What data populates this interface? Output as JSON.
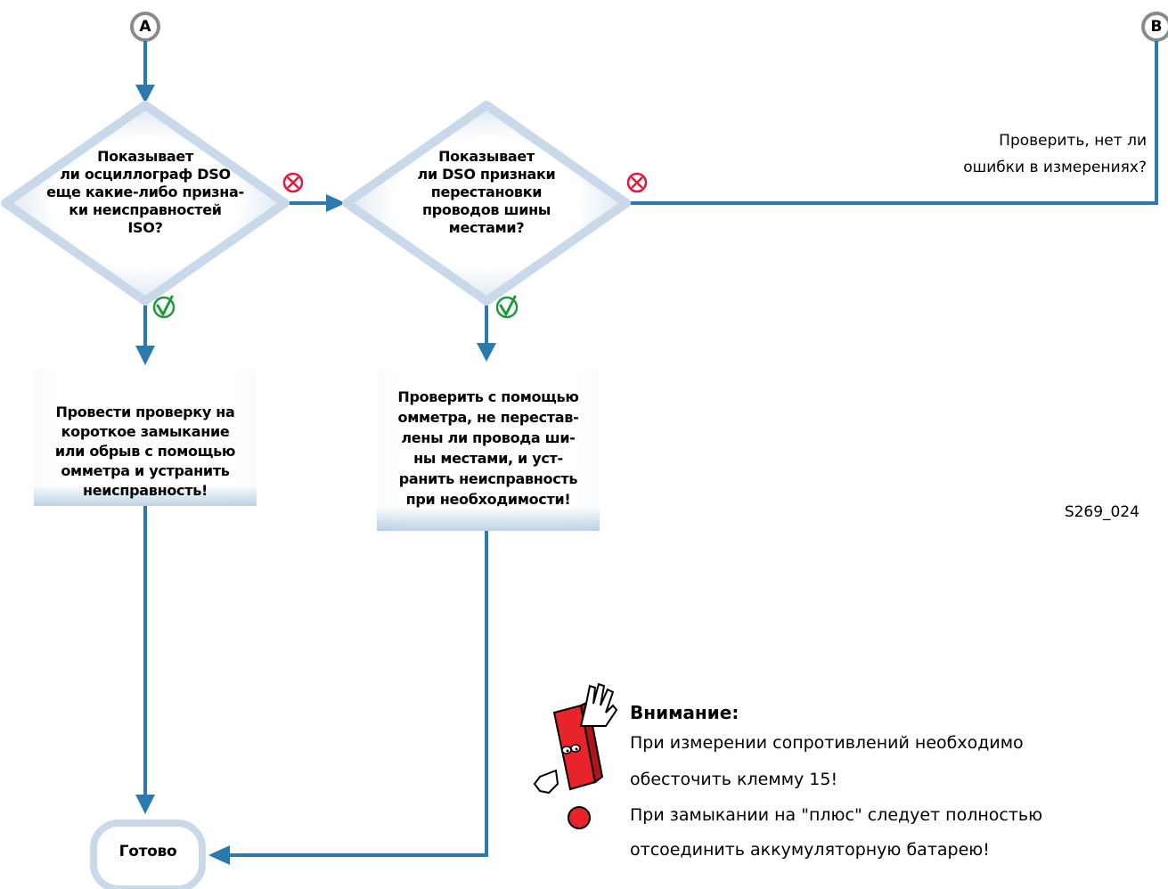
{
  "connectors": {
    "a": "A",
    "b": "B"
  },
  "decisions": {
    "d1": [
      "Показывает",
      "ли осциллограф DSO",
      "еще какие-либо призна-",
      "ки неисправностей",
      "ISO?"
    ],
    "d2": [
      "Показывает",
      "ли DSO признаки",
      "перестановки",
      "проводов шины",
      "местами?"
    ]
  },
  "actions": {
    "box1": [
      "Провести проверку на",
      "короткое замыкание",
      "или обрыв с помощью",
      "омметра и устранить",
      "неисправность!"
    ],
    "box2": [
      "Проверить с помощью",
      "омметра, не перестав-",
      "лены ли провода ши-",
      "ны местами, и уст-",
      "ранить неисправность",
      "при необходимости!"
    ]
  },
  "terminal": {
    "done": "Готово"
  },
  "branch_b_text": [
    "Проверить, нет ли",
    "ошибки в измерениях?"
  ],
  "figure_code": "S269_024",
  "warning": {
    "title": "Внимание:",
    "lines": [
      "При измерении сопротивлений необходимо",
      "обесточить клемму 15!",
      "При замыкании на \"плюс\" следует полностью",
      "отсоединить аккумуляторную батарею!"
    ]
  },
  "colors": {
    "line": "#2a7ab0",
    "yes": "#1e9a3c",
    "no": "#e2183a",
    "box_edge": "#b5cde3",
    "warning_red": "#e8242a"
  },
  "icons": {
    "yes": "check-circle-icon",
    "no": "cross-circle-icon",
    "warning": "exclamation-mascot-icon"
  }
}
